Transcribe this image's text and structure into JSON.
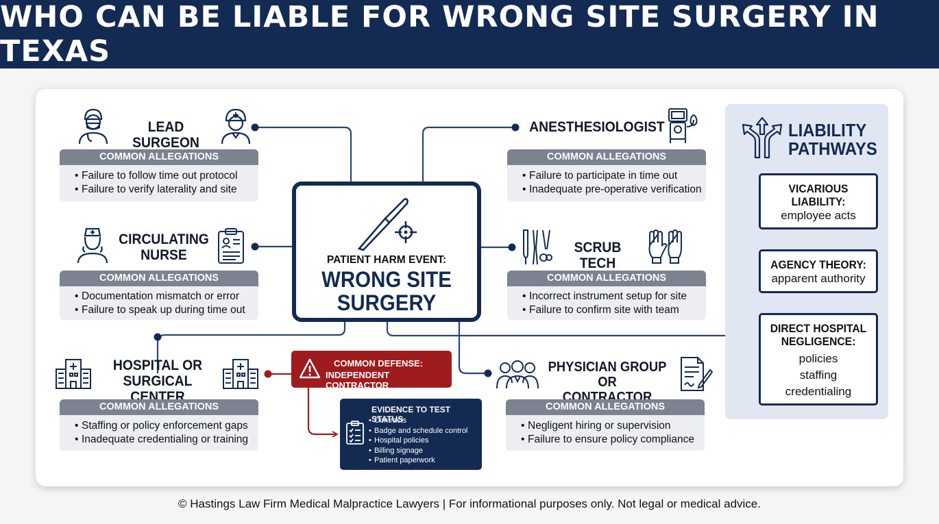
{
  "title": "WHO CAN BE LIABLE FOR WRONG SITE SURGERY IN TEXAS",
  "allegations_label": "COMMON ALLEGATIONS",
  "roles": {
    "lead_surgeon": {
      "title": "LEAD SURGEON",
      "items": [
        "Failure to follow time out protocol",
        "Failure to verify laterality and site"
      ]
    },
    "anesthesiologist": {
      "title": "ANESTHESIOLOGIST",
      "items": [
        "Failure to participate in time out",
        "Inadequate pre-operative verification"
      ]
    },
    "circulating_nurse": {
      "title_lines": [
        "CIRCULATING",
        "NURSE"
      ],
      "items": [
        "Documentation mismatch or error",
        "Failure to speak up during time out"
      ]
    },
    "scrub_tech": {
      "title": "SCRUB TECH",
      "items": [
        "Incorrect instrument setup for site",
        "Failure to confirm site with team"
      ]
    },
    "hospital": {
      "title_lines": [
        "HOSPITAL OR",
        "SURGICAL CENTER"
      ],
      "items": [
        "Staffing or policy enforcement gaps",
        "Inadequate credentialing or training"
      ]
    },
    "physician_group": {
      "title_lines": [
        "PHYSICIAN GROUP OR",
        "CONTRACTOR ENTITY"
      ],
      "items": [
        "Negligent hiring or supervision",
        "Failure to ensure policy compliance"
      ]
    }
  },
  "center": {
    "subtitle": "PATIENT HARM EVENT:",
    "main_lines": [
      "WRONG SITE",
      "SURGERY"
    ]
  },
  "defense": {
    "line1": "COMMON DEFENSE:",
    "line2": "INDEPENDENT CONTRACTOR"
  },
  "evidence": {
    "title": "EVIDENCE TO TEST STATUS",
    "items": [
      "Contracts",
      "Badge and schedule control",
      "Hospital policies",
      "Billing signage",
      "Patient paperwork"
    ]
  },
  "pathways": {
    "title_lines": [
      "LIABILITY",
      "PATHWAYS"
    ],
    "vicarious": {
      "bold_lines": [
        "VICARIOUS",
        "LIABILITY:"
      ],
      "normal_lines": [
        "employee acts"
      ]
    },
    "agency": {
      "bold_lines": [
        "AGENCY THEORY:"
      ],
      "normal_lines": [
        "apparent authority"
      ]
    },
    "direct": {
      "bold_lines": [
        "DIRECT HOSPITAL",
        "NEGLIGENCE:"
      ],
      "normal_lines": [
        "policies",
        "staffing",
        "credentialing"
      ]
    }
  },
  "footer": "© Hastings Law Firm Medical Malpractice Lawyers | For informational purposes only. Not legal or medical advice.",
  "colors": {
    "navy": "#132a52",
    "red": "#9e1b1e",
    "gray_header": "#7b8290",
    "light_gray": "#eceef1",
    "pathway_bg": "#e0e7f2"
  }
}
